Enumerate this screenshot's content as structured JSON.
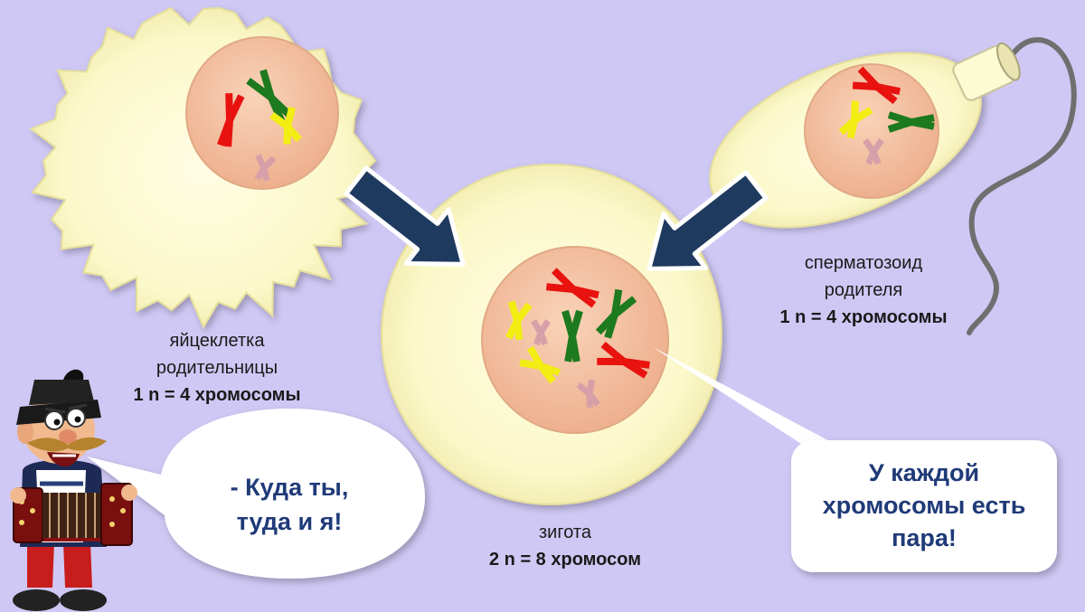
{
  "colors": {
    "background": "#cfc8f4",
    "cell": "#fbf8c9",
    "nucleus": "#f4c09e",
    "arrow": "#1f3a5f",
    "chromosome_red": "#e8120f",
    "chromosome_green": "#1e7a1e",
    "chromosome_yellow": "#f2ee14",
    "chromosome_pink": "#d7a0a8",
    "speech_text": "#1f3a78"
  },
  "egg": {
    "name_line1": "яйцеклетка",
    "name_line2": "родительницы",
    "count": "1 n = 4 хромосомы"
  },
  "sperm": {
    "name_line1": "сперматозоид",
    "name_line2": "родителя",
    "count": "1 n = 4 хромосомы"
  },
  "zygote": {
    "name": "зигота",
    "count": "2 n = 8 хромосом"
  },
  "speech_character": {
    "line1": "- Куда ты,",
    "line2": "туда и я!"
  },
  "speech_zygote": {
    "line1": "У каждой",
    "line2": "хромосомы есть",
    "line3": "пара!"
  },
  "icons": [
    "accordion-player-icon",
    "arrow-icon",
    "chromosome-icon"
  ]
}
